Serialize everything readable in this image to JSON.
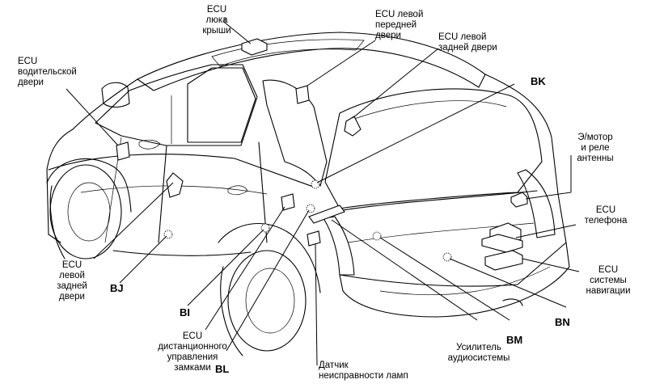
{
  "labels": {
    "roof_ecu": "ECU\nлюка\nкрыши",
    "front_left_door_ecu": "ECU левой\nпередней\nдвери",
    "rear_left_door_ecu_top": "ECU левой\nзадней двери",
    "driver_door_ecu": "ECU\nводительской\nдвери",
    "bk": "BK",
    "antenna_motor": "Э/мотор\nи реле\nантенны",
    "phone_ecu": "ECU\nтелефона",
    "nav_ecu": "ECU\nсистемы\nнавигации",
    "rear_left_door_ecu_bottom": "ECU\nлевой\nзадней\nдвери",
    "bj": "BJ",
    "bi": "BI",
    "remote_lock_ecu": "ECU\nдистанционного\nуправления\nзамками",
    "bl": "BL",
    "lamp_sensor": "Датчик\nнеисправности ламп",
    "audio_amp": "Усилитель\nаудиосистемы",
    "bm": "BM",
    "bn": "BN"
  },
  "icons": {
    "diagram": "car-rear-three-quarter-outline",
    "component": "ecu-box-icon",
    "connector": "connector-dot-icon"
  }
}
